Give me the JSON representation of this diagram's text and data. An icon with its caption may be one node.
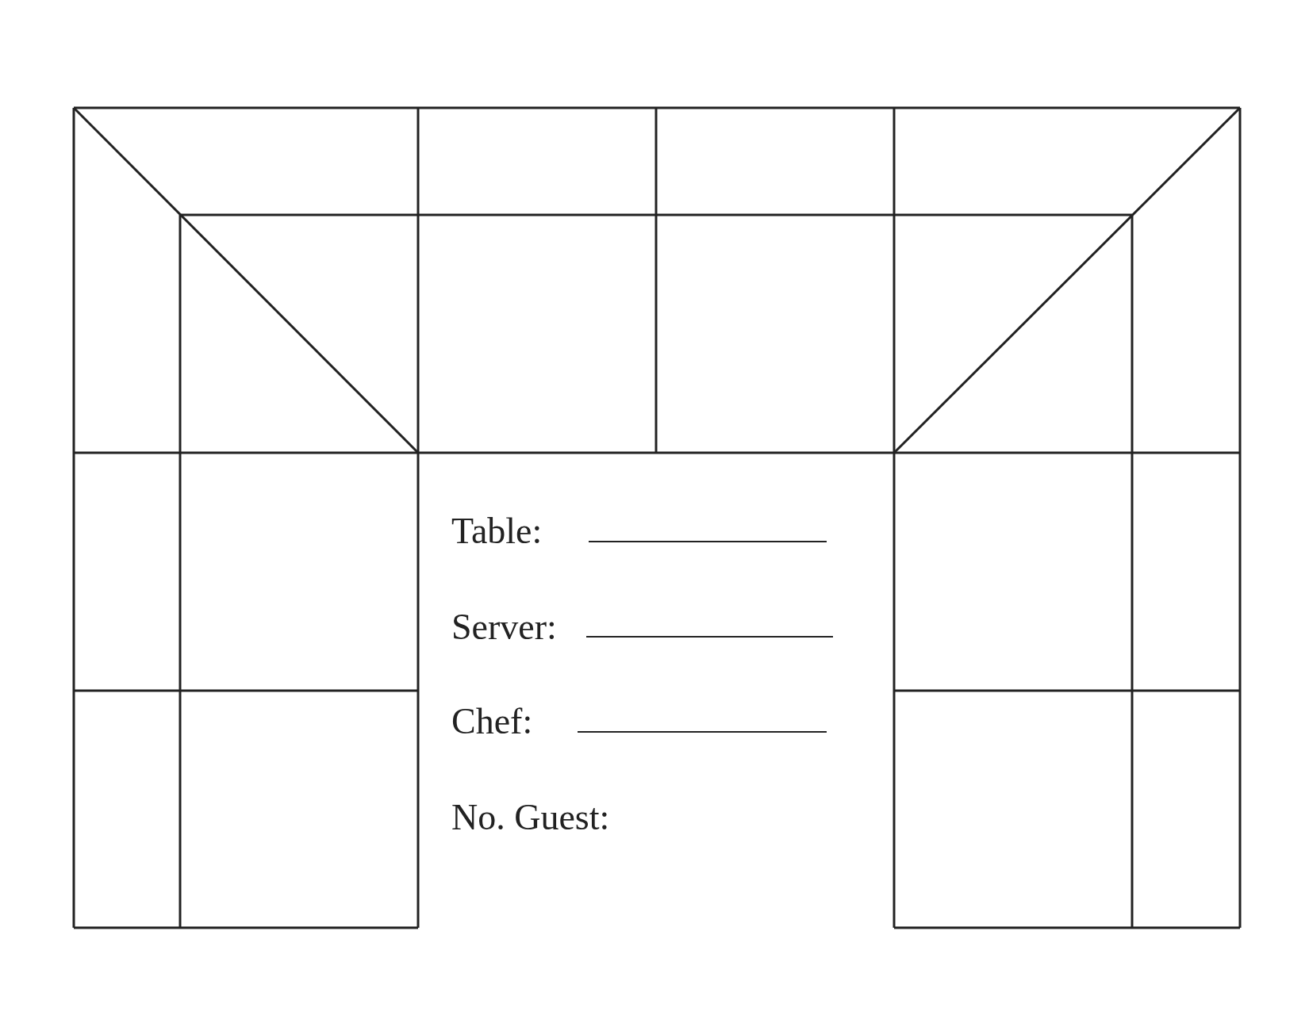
{
  "diagram": {
    "labels": [
      "Table:",
      "Server:",
      "Chef:",
      "No. Guest:"
    ]
  }
}
